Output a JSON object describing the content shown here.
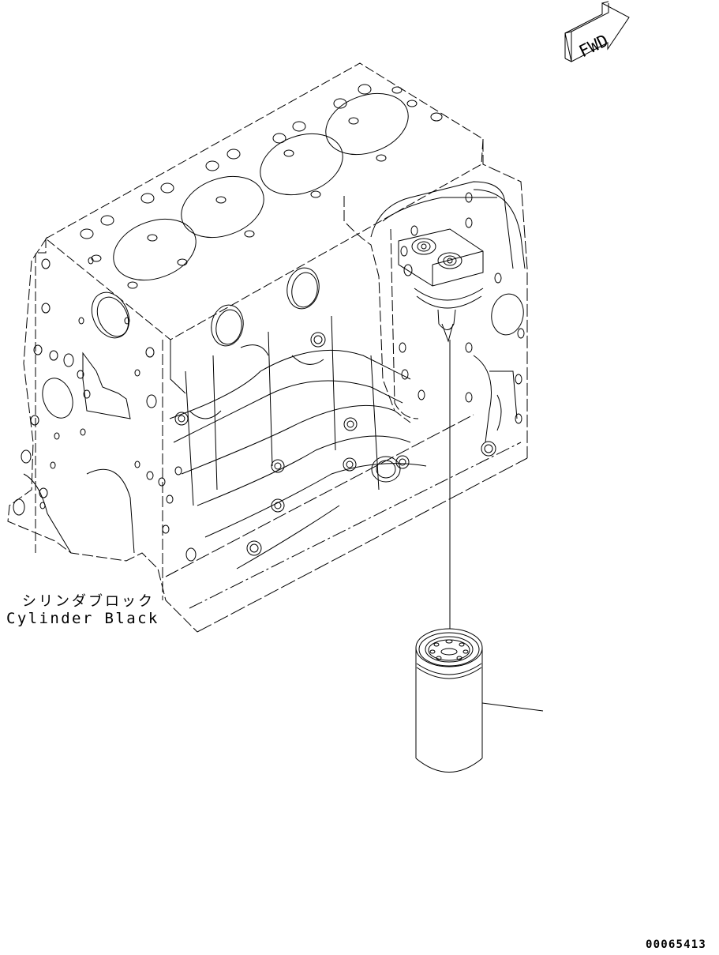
{
  "diagram": {
    "type": "parts-catalog-exploded-view",
    "background": "#ffffff",
    "line_color": "#000000",
    "direction_marker": {
      "label": "FWD",
      "icon": "arrow-forward-icon"
    },
    "parts": [
      {
        "name": "cylinder-block",
        "label_jp": "シリンダブロック",
        "label_en": "Cylinder Black"
      },
      {
        "name": "oil-filter-cartridge",
        "leader_line": true
      }
    ],
    "drawing_number": "00065413"
  }
}
